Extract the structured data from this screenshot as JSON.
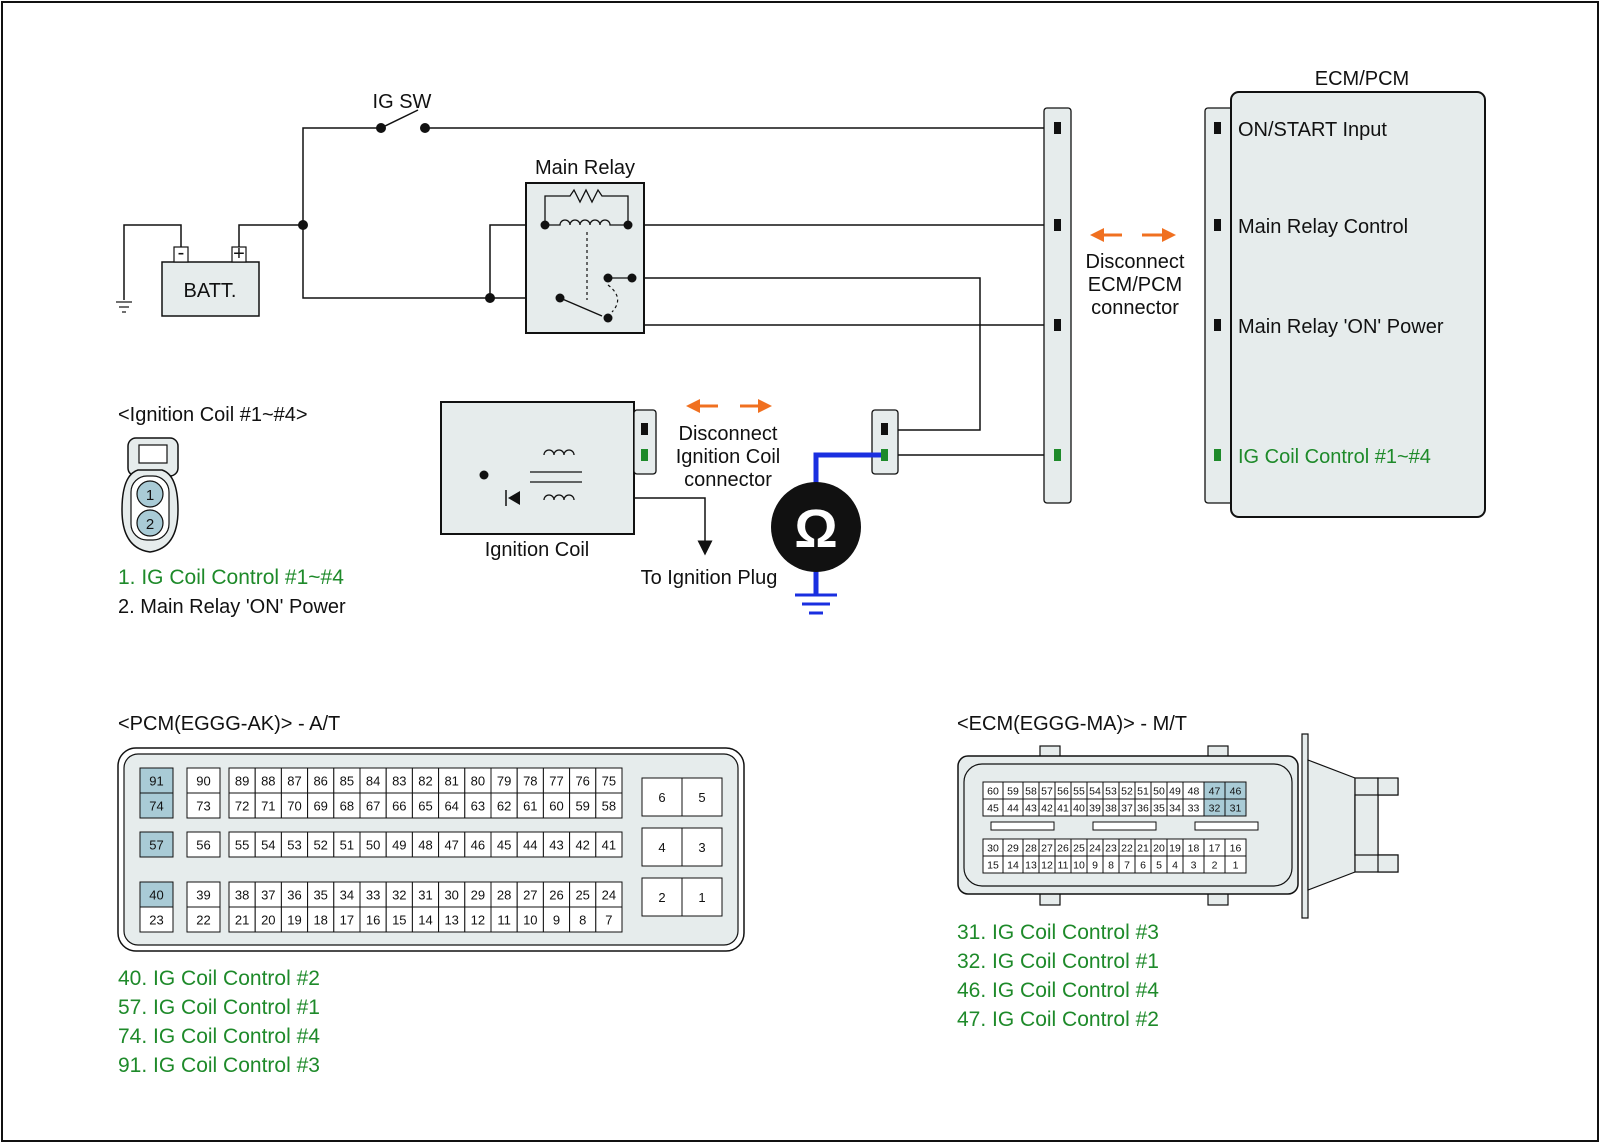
{
  "colors": {
    "panel_fill": "#e6ecec",
    "highlight_fill": "#a9cbd6",
    "green_text": "#1e8a2a",
    "arrow_orange": "#f07020",
    "meter_wire_blue": "#1a2fe0",
    "wire": "#111111"
  },
  "icons": {
    "ohmmeter": "omega-symbol",
    "ground": "ground-symbol",
    "disconnect_arrows": "double-headed-dashed-arrow"
  },
  "circuit": {
    "battery_label": "BATT.",
    "battery_minus": "-",
    "battery_plus": "+",
    "ig_switch_label": "IG SW",
    "main_relay_label": "Main Relay",
    "ignition_coil_label": "Ignition Coil",
    "ignition_plug_label": "To Ignition Plug",
    "ohmmeter_symbol": "Ω",
    "disconnect_ecm": [
      "Disconnect",
      "ECM/PCM",
      "connector"
    ],
    "disconnect_coil": [
      "Disconnect",
      "Ignition Coil",
      "connector"
    ]
  },
  "ecm_block": {
    "title": "ECM/PCM",
    "pins": [
      {
        "label": "ON/START Input",
        "green": false
      },
      {
        "label": "Main Relay Control",
        "green": false
      },
      {
        "label": "Main Relay 'ON' Power",
        "green": false
      },
      {
        "label": "IG Coil  Control #1~#4",
        "green": true
      }
    ]
  },
  "coil_connector": {
    "title": "<Ignition Coil #1~#4>",
    "pin_numbers": [
      "1",
      "2"
    ],
    "legend": [
      {
        "text": "1. IG Coil  Control #1~#4",
        "green": true
      },
      {
        "text": "2. Main Relay 'ON' Power",
        "green": false
      }
    ]
  },
  "pcm_connector": {
    "title": "<PCM(EGGG-AK)> - A/T",
    "highlighted": [
      "91",
      "74",
      "57",
      "40"
    ],
    "left_col": [
      [
        "91",
        "74"
      ],
      [
        "57"
      ],
      [
        "40",
        "23"
      ]
    ],
    "second_col": [
      [
        "90",
        "73"
      ],
      [
        "56"
      ],
      [
        "39",
        "22"
      ]
    ],
    "rows": [
      [
        "89",
        "88",
        "87",
        "86",
        "85",
        "84",
        "83",
        "82",
        "81",
        "80",
        "79",
        "78",
        "77",
        "76",
        "75"
      ],
      [
        "72",
        "71",
        "70",
        "69",
        "68",
        "67",
        "66",
        "65",
        "64",
        "63",
        "62",
        "61",
        "60",
        "59",
        "58"
      ],
      [
        "55",
        "54",
        "53",
        "52",
        "51",
        "50",
        "49",
        "48",
        "47",
        "46",
        "45",
        "44",
        "43",
        "42",
        "41"
      ],
      [
        "38",
        "37",
        "36",
        "35",
        "34",
        "33",
        "32",
        "31",
        "30",
        "29",
        "28",
        "27",
        "26",
        "25",
        "24"
      ],
      [
        "21",
        "20",
        "19",
        "18",
        "17",
        "16",
        "15",
        "14",
        "13",
        "12",
        "11",
        "10",
        "9",
        "8",
        "7"
      ]
    ],
    "side_pins": [
      [
        "6",
        "5"
      ],
      [
        "4",
        "3"
      ],
      [
        "2",
        "1"
      ]
    ],
    "legend": [
      "40. IG Coil  Control #2",
      "57. IG Coil  Control #1",
      "74. IG Coil  Control #4",
      "91. IG Coil  Control #3"
    ]
  },
  "ecm_connector": {
    "title": "<ECM(EGGG-MA)> - M/T",
    "highlighted": [
      "47",
      "46",
      "32",
      "31"
    ],
    "rows": [
      [
        "60",
        "59",
        "58",
        "57",
        "56",
        "55",
        "54",
        "53",
        "52",
        "51",
        "50",
        "49",
        "48",
        "47",
        "46"
      ],
      [
        "45",
        "44",
        "43",
        "42",
        "41",
        "40",
        "39",
        "38",
        "37",
        "36",
        "35",
        "34",
        "33",
        "32",
        "31"
      ],
      [
        "30",
        "29",
        "28",
        "27",
        "26",
        "25",
        "24",
        "23",
        "22",
        "21",
        "20",
        "19",
        "18",
        "17",
        "16"
      ],
      [
        "15",
        "14",
        "13",
        "12",
        "11",
        "10",
        "9",
        "8",
        "7",
        "6",
        "5",
        "4",
        "3",
        "2",
        "1"
      ]
    ],
    "legend": [
      "31. IG Coil  Control #3",
      "32. IG Coil  Control #1",
      "46. IG Coil  Control #4",
      "47. IG Coil  Control #2"
    ]
  }
}
